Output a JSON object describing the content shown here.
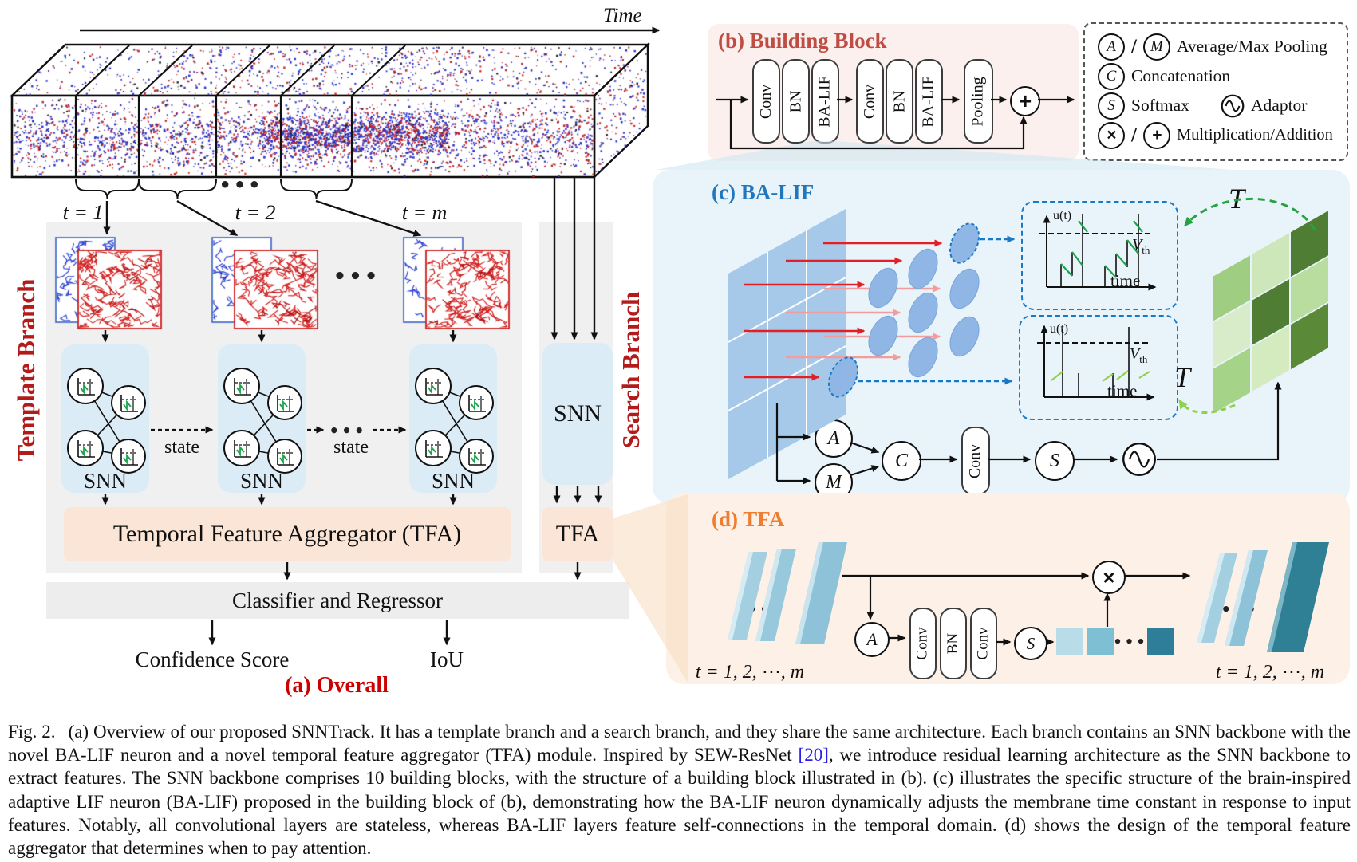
{
  "overview": {
    "time_label": "Time",
    "slice_labels": [
      "t = 1",
      "t = 2",
      "t = m"
    ],
    "ellipsis": "•••",
    "template_branch": "Template Branch",
    "search_branch": "Search Branch",
    "branch_color": "#b31b1b",
    "snn": "SNN",
    "state": "state",
    "tfa_full": "Temporal Feature Aggregator (TFA)",
    "tfa_short": "TFA",
    "classifier": "Classifier and Regressor",
    "confidence": "Confidence Score",
    "iou": "IoU",
    "panel_caption": "(a) Overall",
    "panel_caption_color": "#cc0000",
    "event_polarity_colors": [
      "#2633cb",
      "#c42323"
    ]
  },
  "building_block": {
    "title": "(b) Building Block",
    "title_color": "#bf4d44",
    "layers": [
      "Conv",
      "BN",
      "BA-LIF",
      "Conv",
      "BN",
      "BA-LIF",
      "Pooling"
    ],
    "plus": "+"
  },
  "legend": {
    "avg_letter": "A",
    "max_letter": "M",
    "avg_max_label": "Average/Max Pooling",
    "concat_letter": "C",
    "concat_label": "Concatenation",
    "softmax_letter": "S",
    "softmax_label": "Softmax",
    "adaptor_label": "Adaptor",
    "mult_symbol": "×",
    "add_symbol": "+",
    "mult_add_label": "Multiplication/Addition"
  },
  "ba_lif": {
    "title": "(c) BA-LIF",
    "title_color": "#2077bd",
    "u_label": "u(t)",
    "vth": "V",
    "vth_sub": "th",
    "time_axis_label": "time",
    "tau_label": "T",
    "avg_letter": "A",
    "max_letter": "M",
    "concat_letter": "C",
    "softmax_letter": "S",
    "conv_label": "Conv",
    "matrix_colors": [
      [
        "#9fce83",
        "#cde7ba",
        "#4e7d33"
      ],
      [
        "#d8ecca",
        "#4e7d33",
        "#b9dd9e"
      ],
      [
        "#a5d489",
        "#d4eabf",
        "#5a8a38"
      ]
    ]
  },
  "tfa_module": {
    "title": "(d) TFA",
    "title_color": "#ed7d31",
    "time_indices": "t = 1, 2, ⋯, m",
    "avg_letter": "A",
    "softmax_letter": "S",
    "mult_symbol": "×",
    "layers": [
      "Conv",
      "BN",
      "Conv"
    ],
    "ellipsis": "•••",
    "weight_colors": [
      "#b8dde8",
      "#7fbfd4",
      "#2e7d99"
    ],
    "input_stack_color": "#97c8db",
    "output_stack_color": "#2f7f95"
  },
  "caption": {
    "prefix": "Fig. 2.",
    "before_ref": "(a) Overview of our proposed SNNTrack. It has a template branch and a search branch, and they share the same architecture. Each branch contains an SNN backbone with the novel BA-LIF neuron and a novel temporal feature aggregator (TFA) module. Inspired by SEW-ResNet ",
    "ref": "[20]",
    "ref_color": "#2a1ee8",
    "after_ref": ", we introduce residual learning architecture as the SNN backbone to extract features. The SNN backbone comprises 10 building blocks, with the structure of a building block illustrated in (b). (c) illustrates the specific structure of the brain-inspired adaptive LIF neuron (BA-LIF) proposed in the building block of (b), demonstrating how the BA-LIF neuron dynamically adjusts the membrane time constant in response to input features. Notably, all convolutional layers are stateless, whereas BA-LIF layers feature self-connections in the temporal domain. (d) shows the design of the temporal feature aggregator that determines when to pay attention."
  }
}
